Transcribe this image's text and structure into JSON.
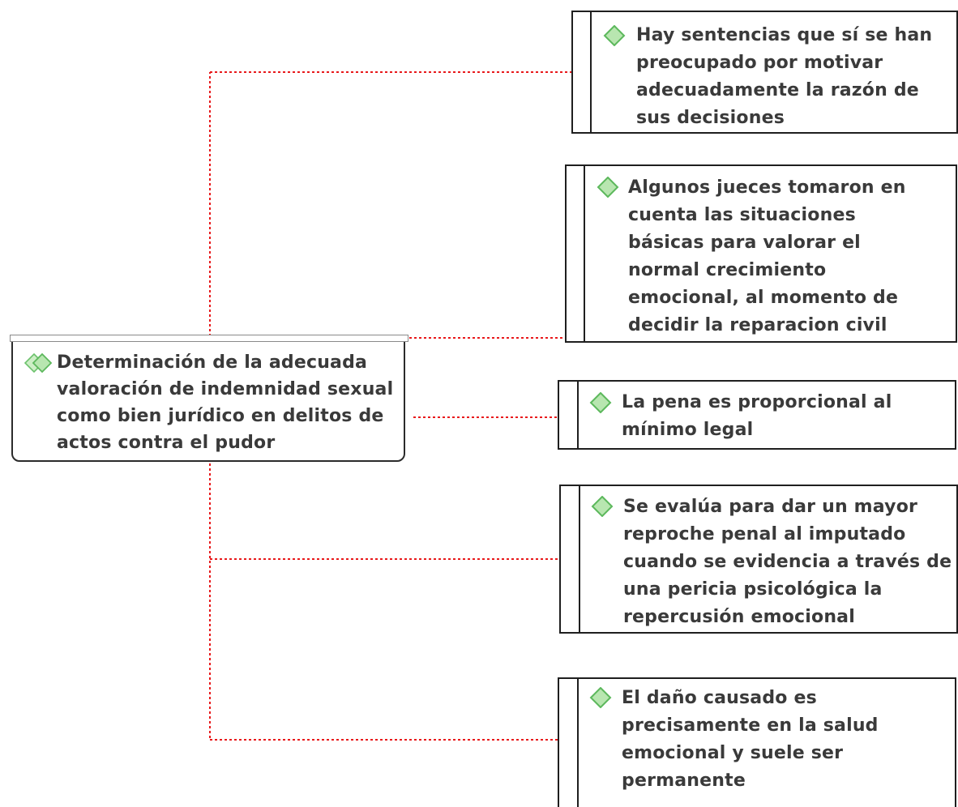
{
  "colors": {
    "connector": "#e8191b",
    "diamond_fill": "#b8e6b0",
    "diamond_stroke": "#5cb85c",
    "border": "#1f1f1f",
    "text": "#3a3a3a"
  },
  "central_topic": {
    "icon": "double-diamond-icon",
    "text": "Determinación de la adecuada valoración de indemnidad sexual como bien jurídico en delitos de actos contra el pudor"
  },
  "subtopics": [
    {
      "icon": "diamond-icon",
      "text": "Hay sentencias que sí se han preocupado por motivar adecuadamente la razón de sus decisiones"
    },
    {
      "icon": "diamond-icon",
      "text": "Algunos jueces tomaron en cuenta las situaciones básicas para valorar el normal crecimiento emocional, al momento de decidir la reparacion civil"
    },
    {
      "icon": "diamond-icon",
      "text": "La pena es proporcional al mínimo legal"
    },
    {
      "icon": "diamond-icon",
      "text": "Se evalúa para dar un mayor reproche penal al imputado cuando se evidencia a través de una pericia psicológica la repercusión emocional"
    },
    {
      "icon": "diamond-icon",
      "text": "El daño causado es precisamente en la salud emocional y suele ser permanente"
    }
  ]
}
